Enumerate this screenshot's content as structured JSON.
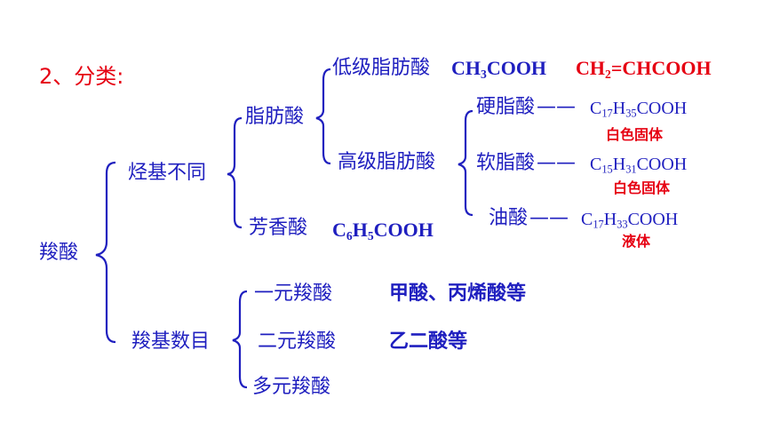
{
  "heading": "2、分类:",
  "root": "羧酸",
  "branch_hydrocarbon": {
    "label": "烃基不同",
    "aliphatic": {
      "label": "脂肪酸",
      "lower": {
        "label": "低级脂肪酸",
        "formula_1": [
          "CH",
          "3",
          "COOH"
        ],
        "formula_2": [
          "CH",
          "2",
          "=CHCOOH"
        ]
      },
      "higher": {
        "label": "高级脂肪酸",
        "items": [
          {
            "name": "硬脂酸",
            "formula": [
              "C",
              "17",
              "H",
              "35",
              "COOH"
            ],
            "state": "白色固体"
          },
          {
            "name": "软脂酸",
            "formula": [
              "C",
              "15",
              "H",
              "31",
              "COOH"
            ],
            "state": "白色固体"
          },
          {
            "name": "油酸",
            "formula": [
              "C",
              "17",
              "H",
              "33",
              "COOH"
            ],
            "state": "液体"
          }
        ]
      }
    },
    "aromatic": {
      "label": "芳香酸",
      "formula": [
        "C",
        "6",
        "H",
        "5",
        "COOH"
      ]
    }
  },
  "branch_carboxyl": {
    "label": "羧基数目",
    "items": [
      {
        "name": "一元羧酸",
        "examples": "甲酸、丙烯酸等"
      },
      {
        "name": "二元羧酸",
        "examples": "乙二酸等"
      },
      {
        "name": "多元羧酸",
        "examples": ""
      }
    ]
  },
  "colors": {
    "blue": "#1F1FBF",
    "red": "#E60012"
  },
  "dash": "——"
}
